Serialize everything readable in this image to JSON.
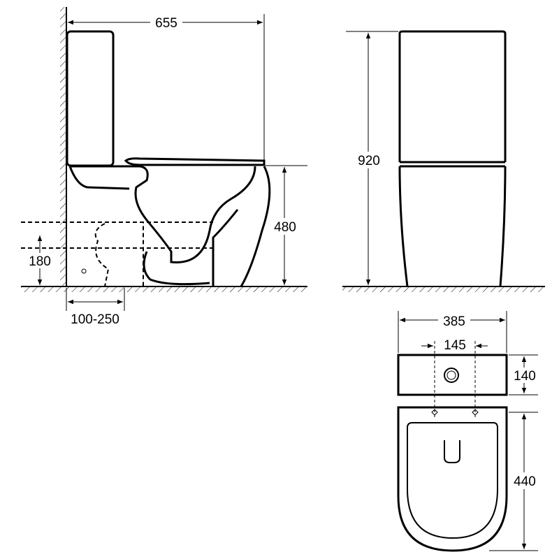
{
  "side_view": {
    "width_label": "655",
    "seat_height_label": "480",
    "outlet_height_label": "180",
    "wall_distance_label": "100-250"
  },
  "front_view": {
    "height_label": "920"
  },
  "top_view": {
    "width_label": "385",
    "fixing_spacing_label": "145",
    "tank_depth_label": "140",
    "bowl_length_label": "440"
  },
  "colors": {
    "line": "#000000",
    "background": "#ffffff"
  }
}
